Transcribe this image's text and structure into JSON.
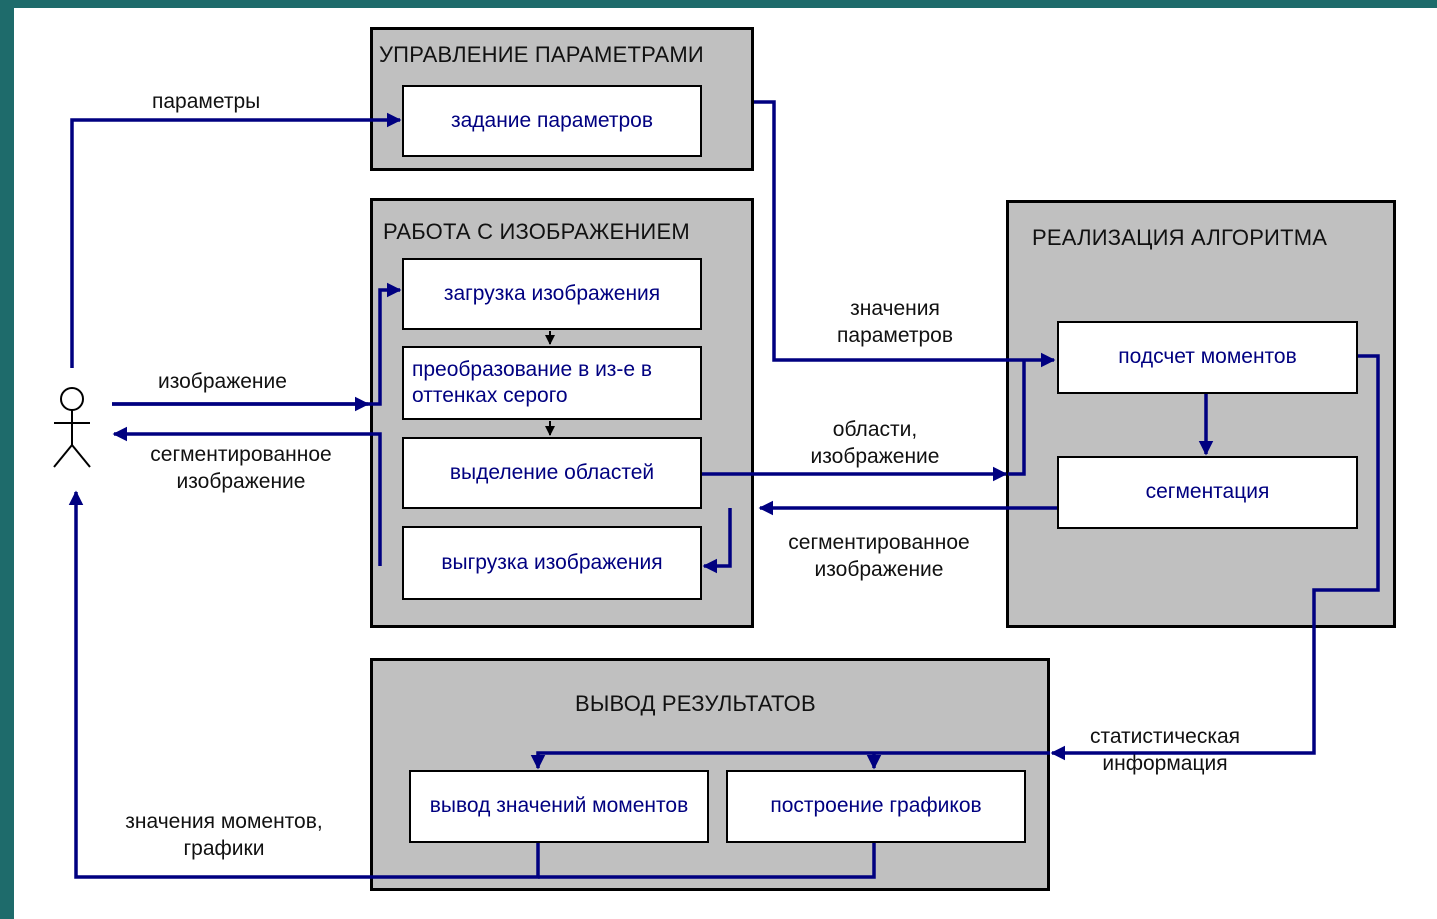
{
  "groups": {
    "params": {
      "title": "УПРАВЛЕНИЕ ПАРАМЕТРАМИ",
      "items": [
        "задание параметров"
      ]
    },
    "image": {
      "title": "РАБОТА С ИЗОБРАЖЕНИЕМ",
      "items": [
        "загрузка изображения",
        "преобразование в из-е в оттенках серого",
        "выделение областей",
        "выгрузка изображения"
      ]
    },
    "algo": {
      "title": "РЕАЛИЗАЦИЯ АЛГОРИТМА",
      "items": [
        "подсчет моментов",
        "сегментация"
      ]
    },
    "output": {
      "title": "ВЫВОД  РЕЗУЛЬТАТОВ",
      "items": [
        "вывод значений моментов",
        "построение графиков"
      ]
    }
  },
  "labels": {
    "parameters": "параметры",
    "image_in": "изображение",
    "segmented_out": "сегментированное изображение",
    "param_values": "значения параметров",
    "regions_image": "области, изображение",
    "segmented_back": "сегментированное изображение",
    "statistics": "статистическая информация",
    "moments_graphs": "значения моментов, графики"
  },
  "colors": {
    "background": "#1e6b6b",
    "group_fill": "#c0c0c0",
    "arrow": "#000080",
    "box_text": "#000080"
  }
}
